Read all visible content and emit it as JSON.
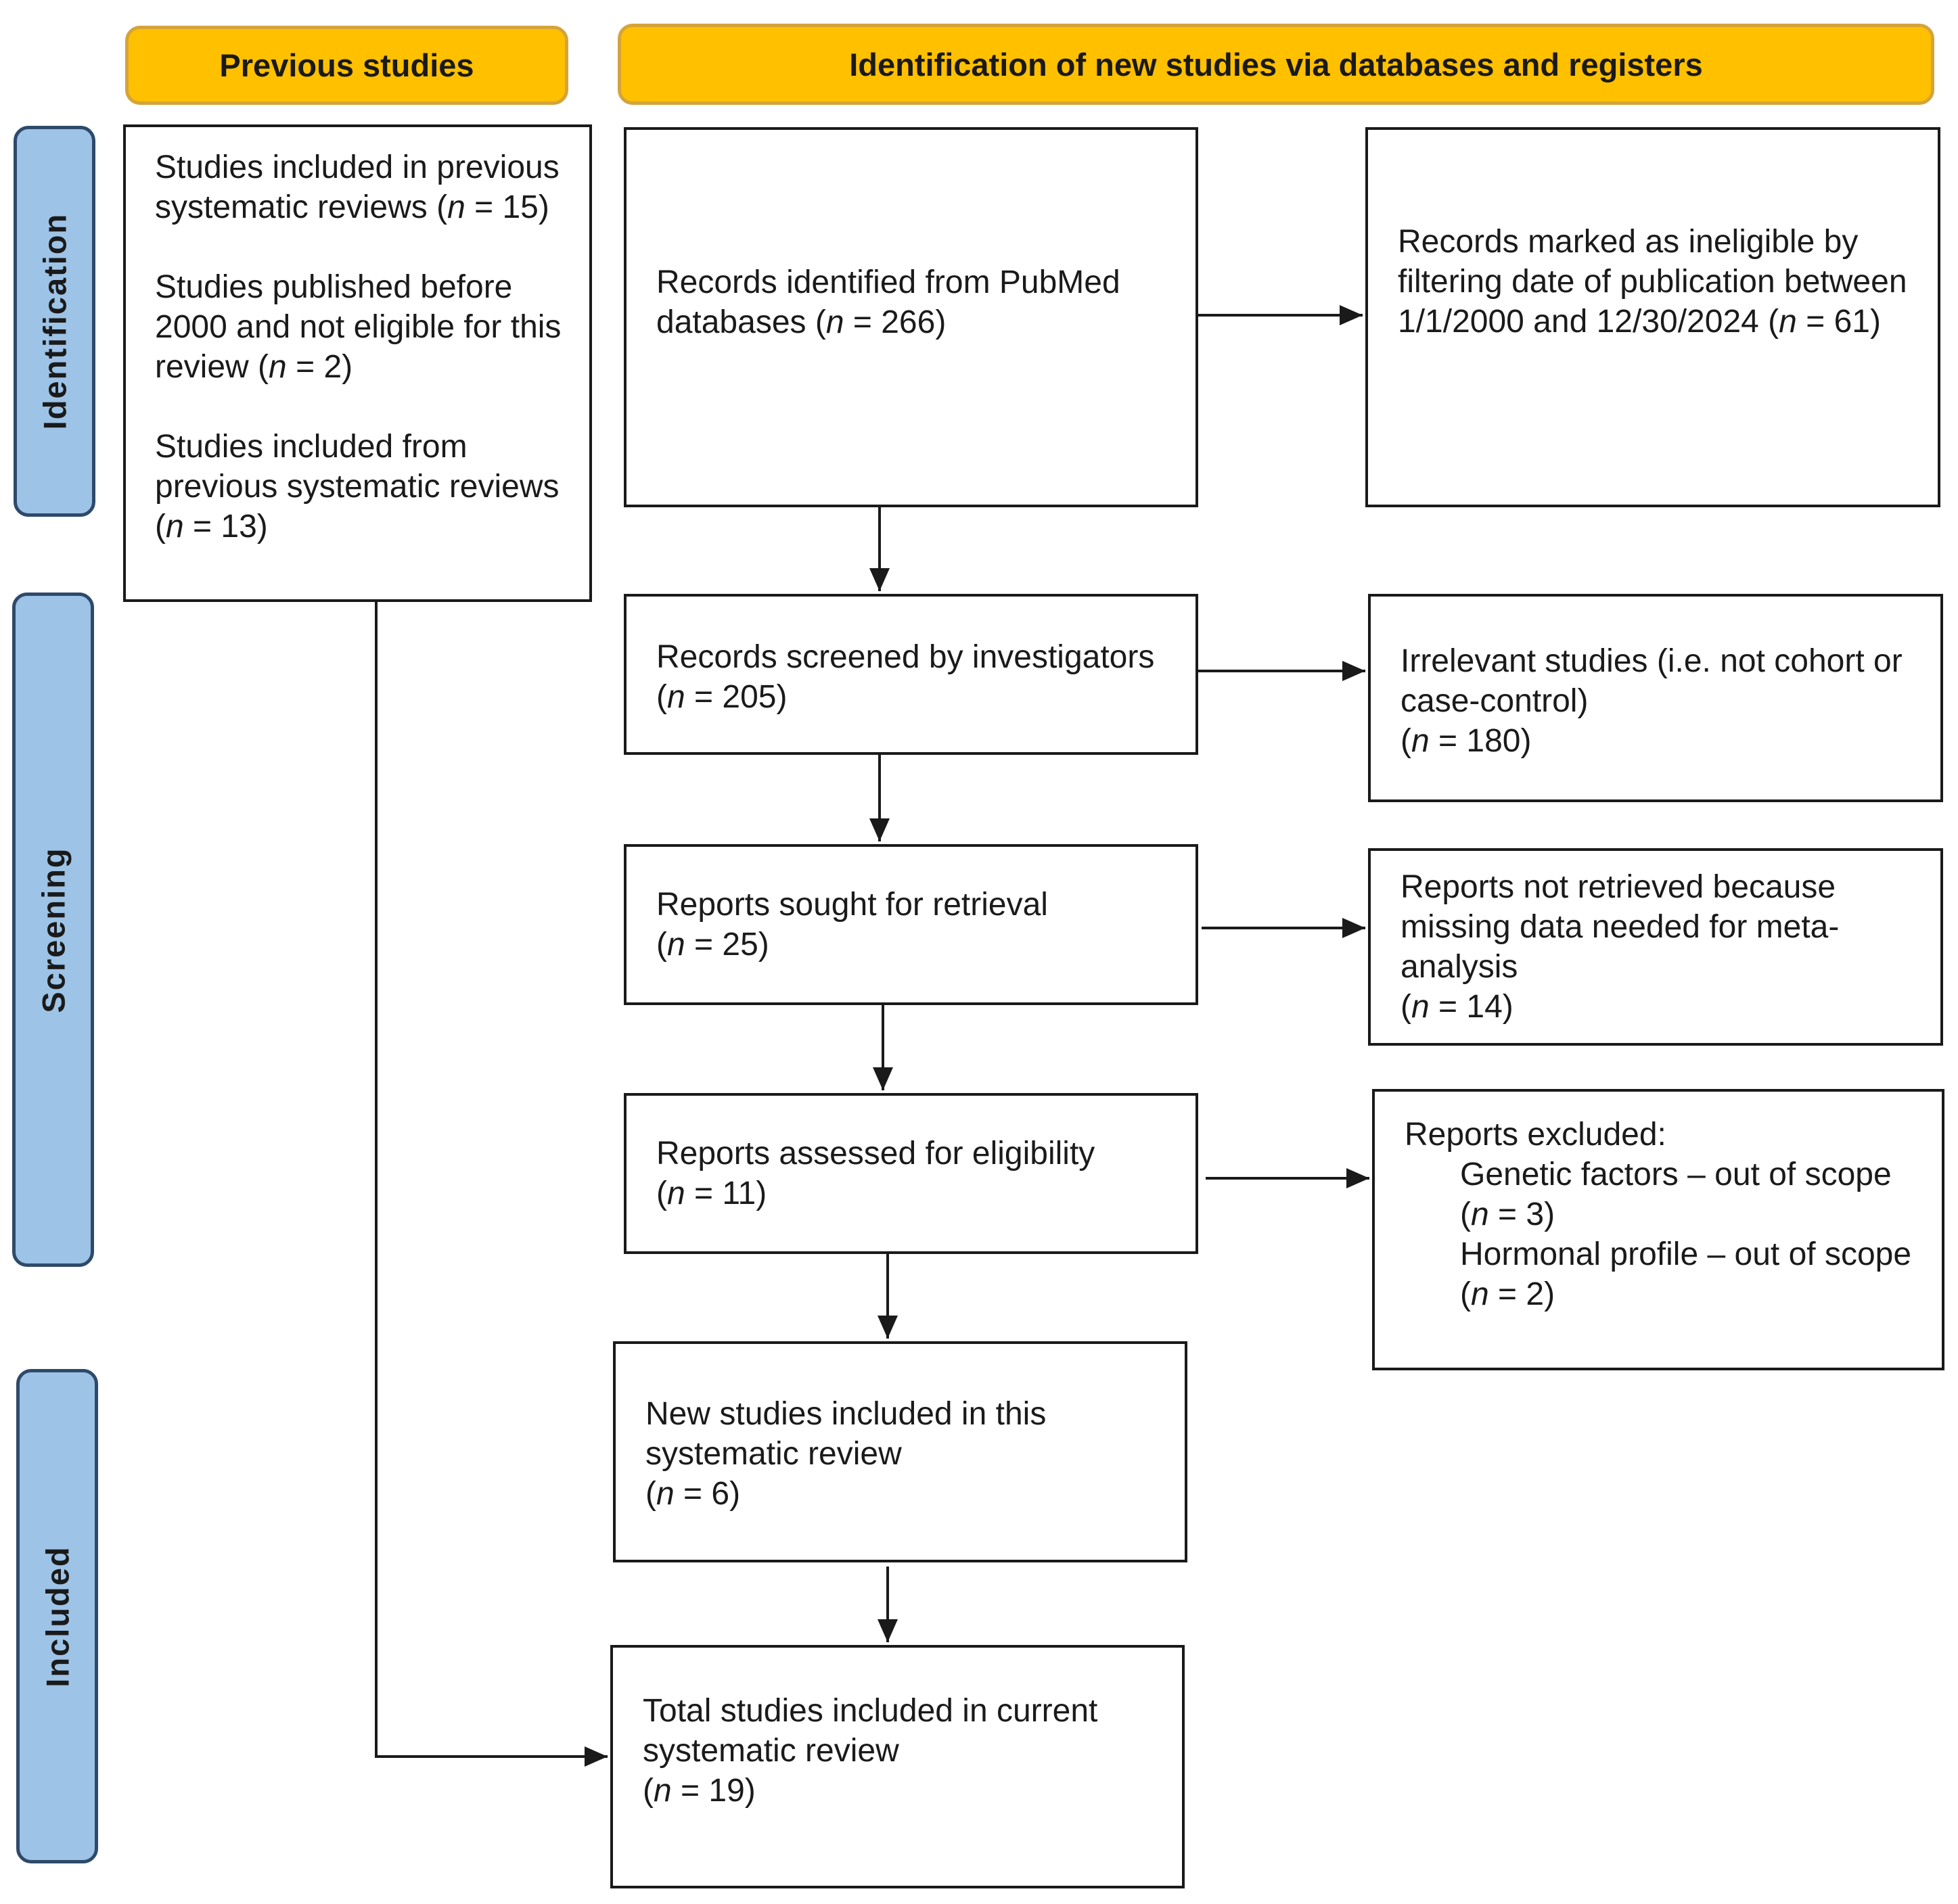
{
  "headers": {
    "previous": "Previous studies",
    "new": "Identification of new studies via databases and registers"
  },
  "phases": {
    "identification": "Identification",
    "screening": "Screening",
    "included": "Included"
  },
  "previous_box": {
    "para1": {
      "text": "Studies included in previous systematic reviews (",
      "n_label": "n",
      "rest": " = 15)"
    },
    "para2": {
      "text": "Studies published before 2000 and not eligible for this review (",
      "n_label": "n",
      "rest": " = 2)"
    },
    "para3": {
      "text": "Studies included from previous systematic reviews (",
      "n_label": "n",
      "rest": " = 13)"
    }
  },
  "main_boxes": {
    "identified": {
      "text": "Records identified from PubMed databases (",
      "n_label": "n",
      "rest": " = 266)"
    },
    "screened": {
      "text": "Records screened by investigators (",
      "n_label": "n",
      "rest": " = 205)"
    },
    "sought": {
      "text": "Reports sought for retrieval",
      "open": "(",
      "n_label": "n",
      "rest": " = 25)"
    },
    "assessed": {
      "text": "Reports assessed for eligibility",
      "open": "(",
      "n_label": "n",
      "rest": " = 11)"
    },
    "new_included": {
      "text": "New studies included in this systematic review",
      "open": "(",
      "n_label": "n",
      "rest": " = 6)"
    },
    "total": {
      "text": "Total studies included in current systematic review",
      "open": "(",
      "n_label": "n",
      "rest": " = 19)"
    }
  },
  "side_boxes": {
    "ineligible": {
      "text": "Records marked as ineligible by filtering date of publication between 1/1/2000 and 12/30/2024 (",
      "n_label": "n",
      "rest": " = 61)"
    },
    "irrelevant": {
      "text": "Irrelevant studies (i.e. not cohort or case-control)",
      "open": "(",
      "n_label": "n",
      "rest": " = 180)"
    },
    "not_retrieved": {
      "text": "Reports not retrieved because missing data needed for meta-analysis",
      "open": "(",
      "n_label": "n",
      "rest": " = 14)"
    },
    "excluded": {
      "title": "Reports excluded:",
      "reason1": {
        "text": "Genetic factors – out of scope (",
        "n_label": "n",
        "rest": " = 3)"
      },
      "reason2": {
        "text": "Hormonal profile – out of scope (",
        "n_label": "n",
        "rest": " = 2)"
      }
    }
  },
  "colors": {
    "header_fill": "#ffc000",
    "header_border": "#d4a43a",
    "phase_fill": "#9dc3e6",
    "phase_border": "#2e4a6b",
    "line": "#1a1a1a"
  }
}
